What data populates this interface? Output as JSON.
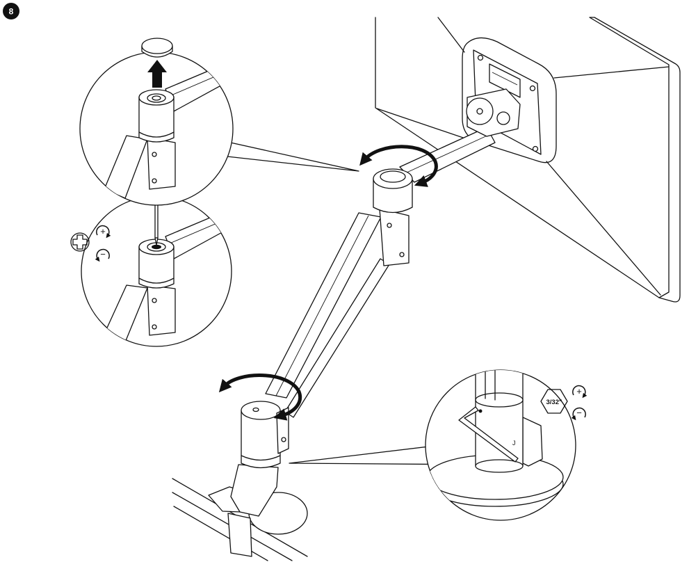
{
  "step": {
    "number": "8"
  },
  "tool_left": {
    "icon": "phillips-screwdriver-icon",
    "tighten_sign": "+",
    "loosen_sign": "−"
  },
  "tool_right": {
    "icon": "hex-key-icon",
    "hex_size": "3/32\"",
    "tighten_sign": "+",
    "loosen_sign": "−"
  },
  "detail_label": "J",
  "colors": {
    "ink": "#111111",
    "paper": "#ffffff"
  }
}
